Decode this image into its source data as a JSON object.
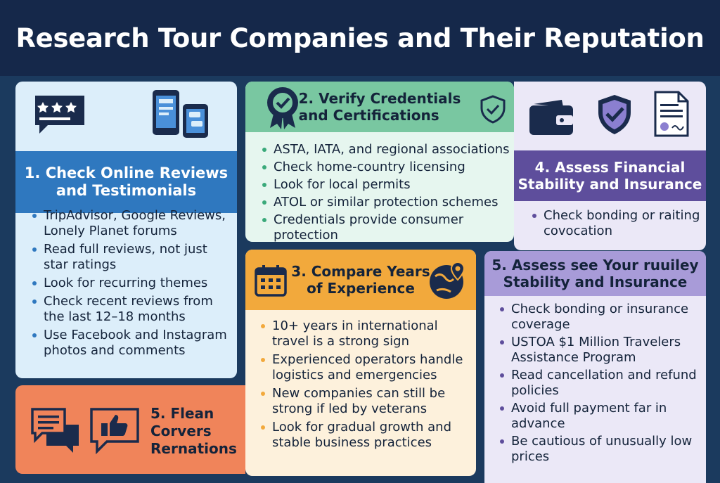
{
  "title": "Research Tour Companies and Their Reputation",
  "card1": {
    "heading_line1": "1. Check Online Reviews",
    "heading_line2": "and Testimonials",
    "items": [
      "TripAdvisor, Google Reviews, Lonely Planet forums",
      "Read full reviews, not just star ratings",
      "Look for recurring themes",
      "Check recent reviews from the last 12–18 months",
      "Use Facebook and Instagram photos and comments"
    ],
    "icons": [
      "star-review-icon",
      "mobile-phones-icon"
    ]
  },
  "card2": {
    "heading_line1": "2. Verify Credentials",
    "heading_line2": "and Certifications",
    "items": [
      "ASTA, IATA, and regional associations",
      "Check home-country licensing",
      "Look for local permits",
      "ATOL or similar protection schemes",
      "Credentials provide consumer protection"
    ],
    "icons": [
      "award-badge-icon",
      "shield-check-icon"
    ]
  },
  "card3": {
    "heading_line1": "3. Compare Years",
    "heading_line2": "of Experience",
    "items": [
      "10+ years in international travel is a strong sign",
      "Experienced operators handle logistics and emergencies",
      "New companies can still be strong if led by veterans",
      "Look for gradual growth and stable business practices"
    ],
    "icons": [
      "calendar-icon",
      "globe-route-icon"
    ]
  },
  "card4": {
    "heading_line1": "4. Assess Financial",
    "heading_line2": "Stability and Insurance",
    "items": [
      "Check bonding or raiting covocation"
    ],
    "icons": [
      "wallet-icon",
      "shield-check-icon",
      "certificate-document-icon"
    ]
  },
  "card5": {
    "heading_line1": "5. Assess see Your ruuiley",
    "heading_line2": "Stability and Insurance",
    "items": [
      "Check bonding or insurance coverage",
      "USTOA $1 Million Travelers Assistance Program",
      "Read cancellation and refund policies",
      "Avoid full payment far in advance",
      "Be cautious of unusually low prices"
    ]
  },
  "card6": {
    "line1": "5. Flean",
    "line2": "Corvers",
    "line3": "Rernations",
    "icons": [
      "chat-bubbles-icon",
      "thumbs-up-icon"
    ]
  },
  "colors": {
    "background": "#1b3a5e",
    "header": "#15284a",
    "blue": "#2f78bf",
    "green": "#79c7a1",
    "purple": "#5e4e9c",
    "lavender": "#a89bd8",
    "orange": "#f2a93c",
    "coral": "#f0845a"
  }
}
